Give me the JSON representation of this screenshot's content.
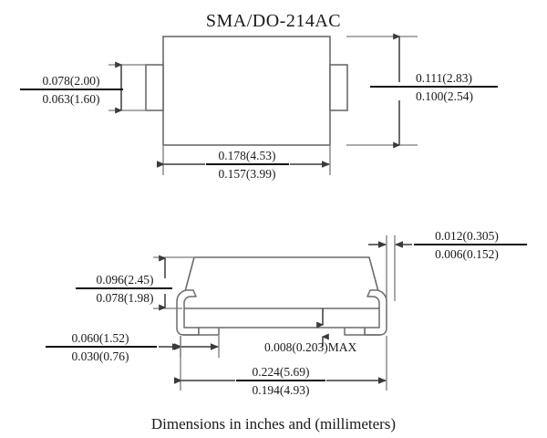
{
  "title": "SMA/DO-214AC",
  "footer": "Dimensions in inches and (millimeters)",
  "labels": {
    "top_view_lead_width": {
      "upper": "0.078(2.00)",
      "lower": "0.063(1.60)"
    },
    "top_view_body_height": {
      "upper": "0.111(2.83)",
      "lower": "0.100(2.54)"
    },
    "top_view_body_width": {
      "upper": "0.178(4.53)",
      "lower": "0.157(3.99)"
    },
    "side_view_body_height": {
      "upper": "0.096(2.45)",
      "lower": "0.078(1.98)"
    },
    "side_view_foot_length": {
      "upper": "0.060(1.52)",
      "lower": "0.030(0.76)"
    },
    "side_view_lead_thickness": {
      "upper": "0.012(0.305)",
      "lower": "0.006(0.152)"
    },
    "side_view_standoff": "0.008(0.203)MAX",
    "side_view_overall_length": {
      "upper": "0.224(5.69)",
      "lower": "0.194(4.93)"
    }
  },
  "colors": {
    "outline": "#6b6b6b",
    "dimension_line": "#3a3a3a",
    "text": "#1a1a1a",
    "background": "#ffffff"
  }
}
